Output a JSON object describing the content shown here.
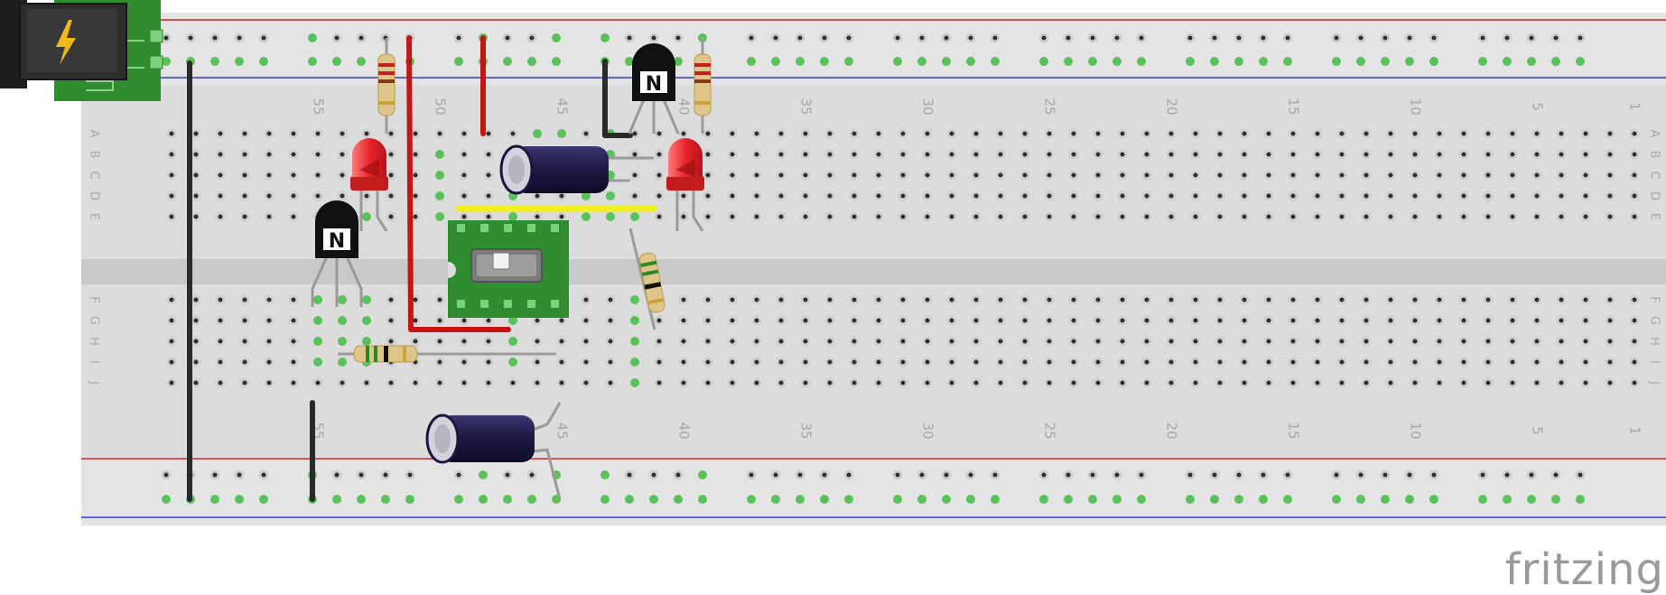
{
  "app": {
    "logo_text": "fritzing"
  },
  "breadboard": {
    "row_labels_top": [
      "A",
      "B",
      "C",
      "D",
      "E"
    ],
    "row_labels_bottom": [
      "F",
      "G",
      "H",
      "I",
      "J"
    ],
    "column_numbers": [
      "55",
      "50",
      "45",
      "40",
      "35",
      "30",
      "25",
      "20",
      "15",
      "10",
      "5",
      "1"
    ],
    "colors": {
      "board": "#dcdcdc",
      "rail_red": "#d22525",
      "rail_blue": "#2b3cd6",
      "hole": "#2f2f2f",
      "connected_hole": "#5bc15b"
    }
  },
  "components": {
    "power_jack_icon": "lightning-bolt-icon",
    "transistor_label": "N",
    "colors": {
      "wire_red": "#c41414",
      "wire_black": "#2a2a2a",
      "wire_yellow": "#f0ee1c",
      "led": "#e8262b",
      "capacitor": "#241f4e",
      "transistor": "#111111",
      "resistor_body": "#dfc588",
      "pcb_green": "#2f8d2f"
    }
  }
}
